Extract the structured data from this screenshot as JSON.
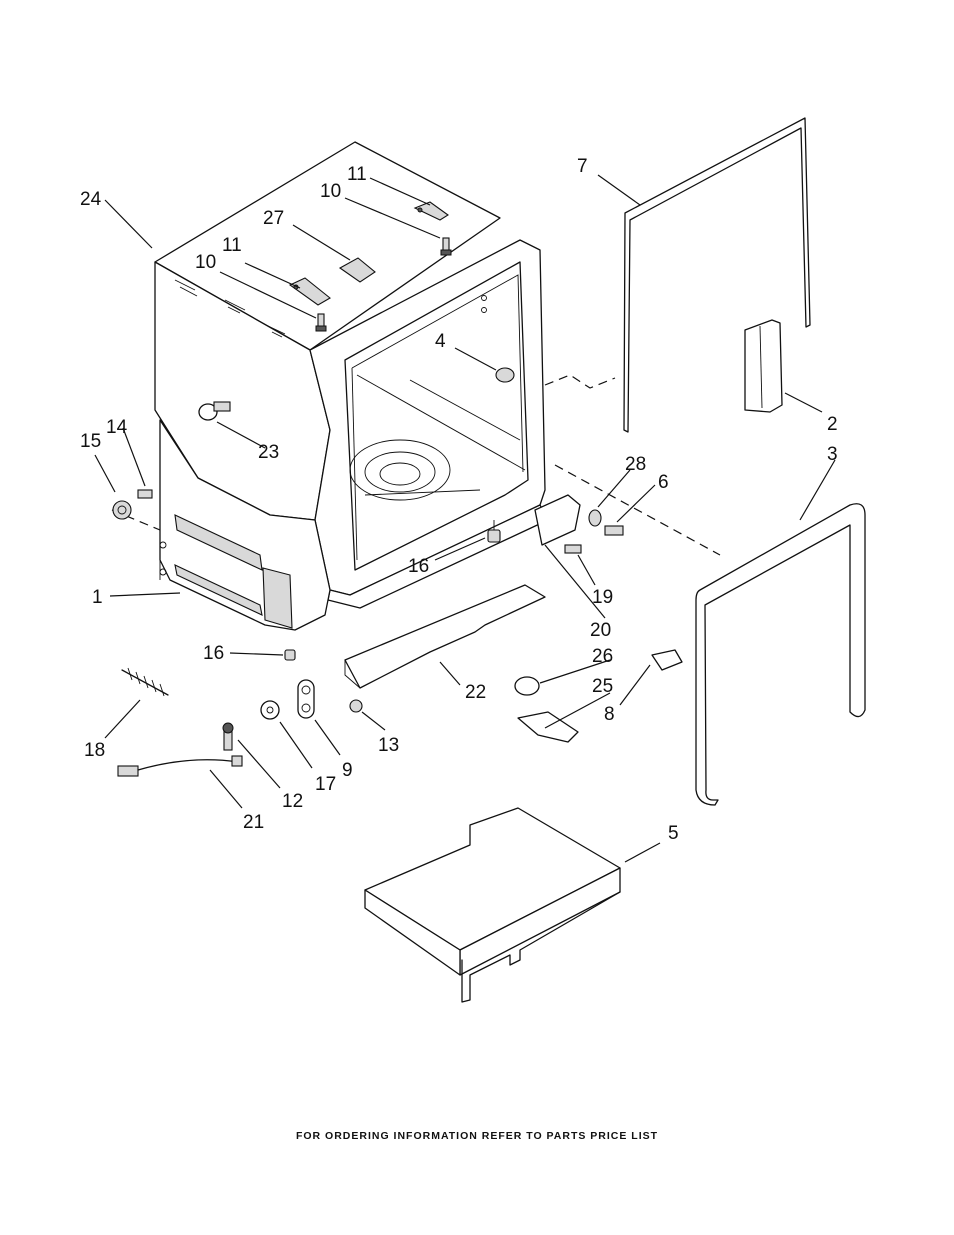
{
  "callouts": [
    {
      "id": "24",
      "label": "24"
    },
    {
      "id": "11a",
      "label": "11"
    },
    {
      "id": "10a",
      "label": "10"
    },
    {
      "id": "27",
      "label": "27"
    },
    {
      "id": "11b",
      "label": "11"
    },
    {
      "id": "10b",
      "label": "10"
    },
    {
      "id": "7",
      "label": "7"
    },
    {
      "id": "4",
      "label": "4"
    },
    {
      "id": "2",
      "label": "2"
    },
    {
      "id": "3",
      "label": "3"
    },
    {
      "id": "14",
      "label": "14"
    },
    {
      "id": "15",
      "label": "15"
    },
    {
      "id": "23",
      "label": "23"
    },
    {
      "id": "28",
      "label": "28"
    },
    {
      "id": "6",
      "label": "6"
    },
    {
      "id": "16a",
      "label": "16"
    },
    {
      "id": "19",
      "label": "19"
    },
    {
      "id": "20",
      "label": "20"
    },
    {
      "id": "1",
      "label": "1"
    },
    {
      "id": "16b",
      "label": "16"
    },
    {
      "id": "26",
      "label": "26"
    },
    {
      "id": "25",
      "label": "25"
    },
    {
      "id": "8",
      "label": "8"
    },
    {
      "id": "22",
      "label": "22"
    },
    {
      "id": "18",
      "label": "18"
    },
    {
      "id": "13",
      "label": "13"
    },
    {
      "id": "9",
      "label": "9"
    },
    {
      "id": "17",
      "label": "17"
    },
    {
      "id": "12",
      "label": "12"
    },
    {
      "id": "21",
      "label": "21"
    },
    {
      "id": "5",
      "label": "5"
    }
  ],
  "footer": {
    "text": "FOR ORDERING INFORMATION REFER TO PARTS PRICE LIST"
  }
}
